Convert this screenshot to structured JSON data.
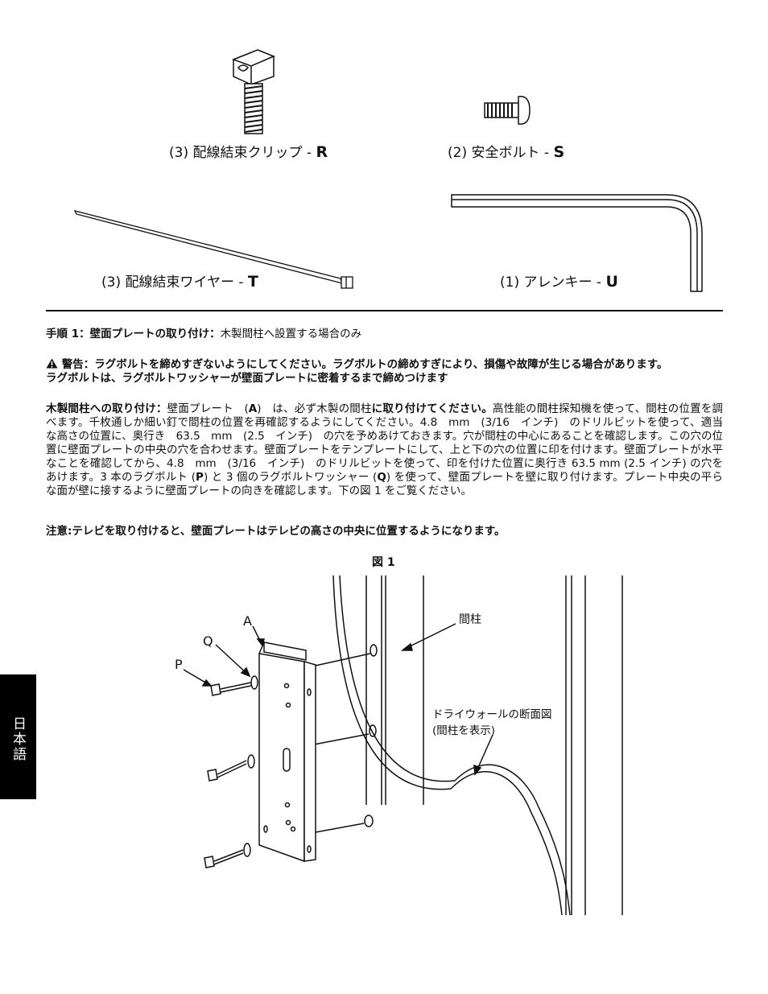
{
  "parts": {
    "r": {
      "prefix": "(3) 配線結束クリップ - ",
      "letter": "R"
    },
    "s": {
      "prefix": "(2) 安全ボルト - ",
      "letter": "S"
    },
    "t": {
      "prefix": "(3) 配線結束ワイヤー - ",
      "letter": "T"
    },
    "u": {
      "prefix": "(1) アレンキー - ",
      "letter": "U"
    }
  },
  "step": {
    "title": "手順 1：壁面プレートの取り付け：",
    "subtitle": "木製間柱へ設置する場合のみ"
  },
  "warning": {
    "icon": "warning-triangle-icon",
    "line1": "警告：ラグボルトを締めすぎないようにしてください。ラグボルトの締めすぎにより、損傷や故障が生じる場合があります。",
    "line2": "ラグボルトは、ラグボルトワッシャーが壁面プレートに密着するまで締めつけます"
  },
  "body": {
    "lead": "木製間柱への取り付け：",
    "t1": "壁面プレート　(",
    "a": "A",
    "t2": ")　は、必ず木製の間柱",
    "strong": "に取り付けてください。",
    "t3": "高性能の間柱探知機を使って、間柱の位置を調べます。千枚通しか細い釘で間柱の位置を再確認するようにしてください。4.8　mm　(3/16　インチ)　のドリルビットを使って、適当な高さの位置に、奥行き　63.5　mm　(2.5　インチ)　の穴を予めあけておきます。穴が間柱の中心にあることを確認します。この穴の位置に壁面プレートの中央の穴を合わせます。壁面プレートをテンプレートにして、上と下の穴の位置に印を付けます。壁面プレートが水平なことを確認してから、4.8　mm　(3/16　インチ)　のドリルビットを使って、印を付けた位置に奥行き 63.5 mm (2.5 インチ) の穴をあけます。3 本のラグボルト (",
    "p": "P",
    "t4": ") と 3 個のラグボルトワッシャー (",
    "q": "Q",
    "t5": ") を使って、壁面プレートを壁に取り付けます。プレート中央の平らな面が壁に接するように壁面プレートの向きを確認します。下の図 1 をご覧ください。"
  },
  "note": "注意:テレビを取り付けると、壁面プレートはテレビの高さの中央に位置するようになります。",
  "figure": {
    "title": "図 1",
    "label_a": "A",
    "label_q": "Q",
    "label_p": "P",
    "stud": "間柱",
    "drywall1": "ドライウォールの断面図",
    "drywall2": "(間柱を表示)"
  },
  "side_tab": "日本語"
}
